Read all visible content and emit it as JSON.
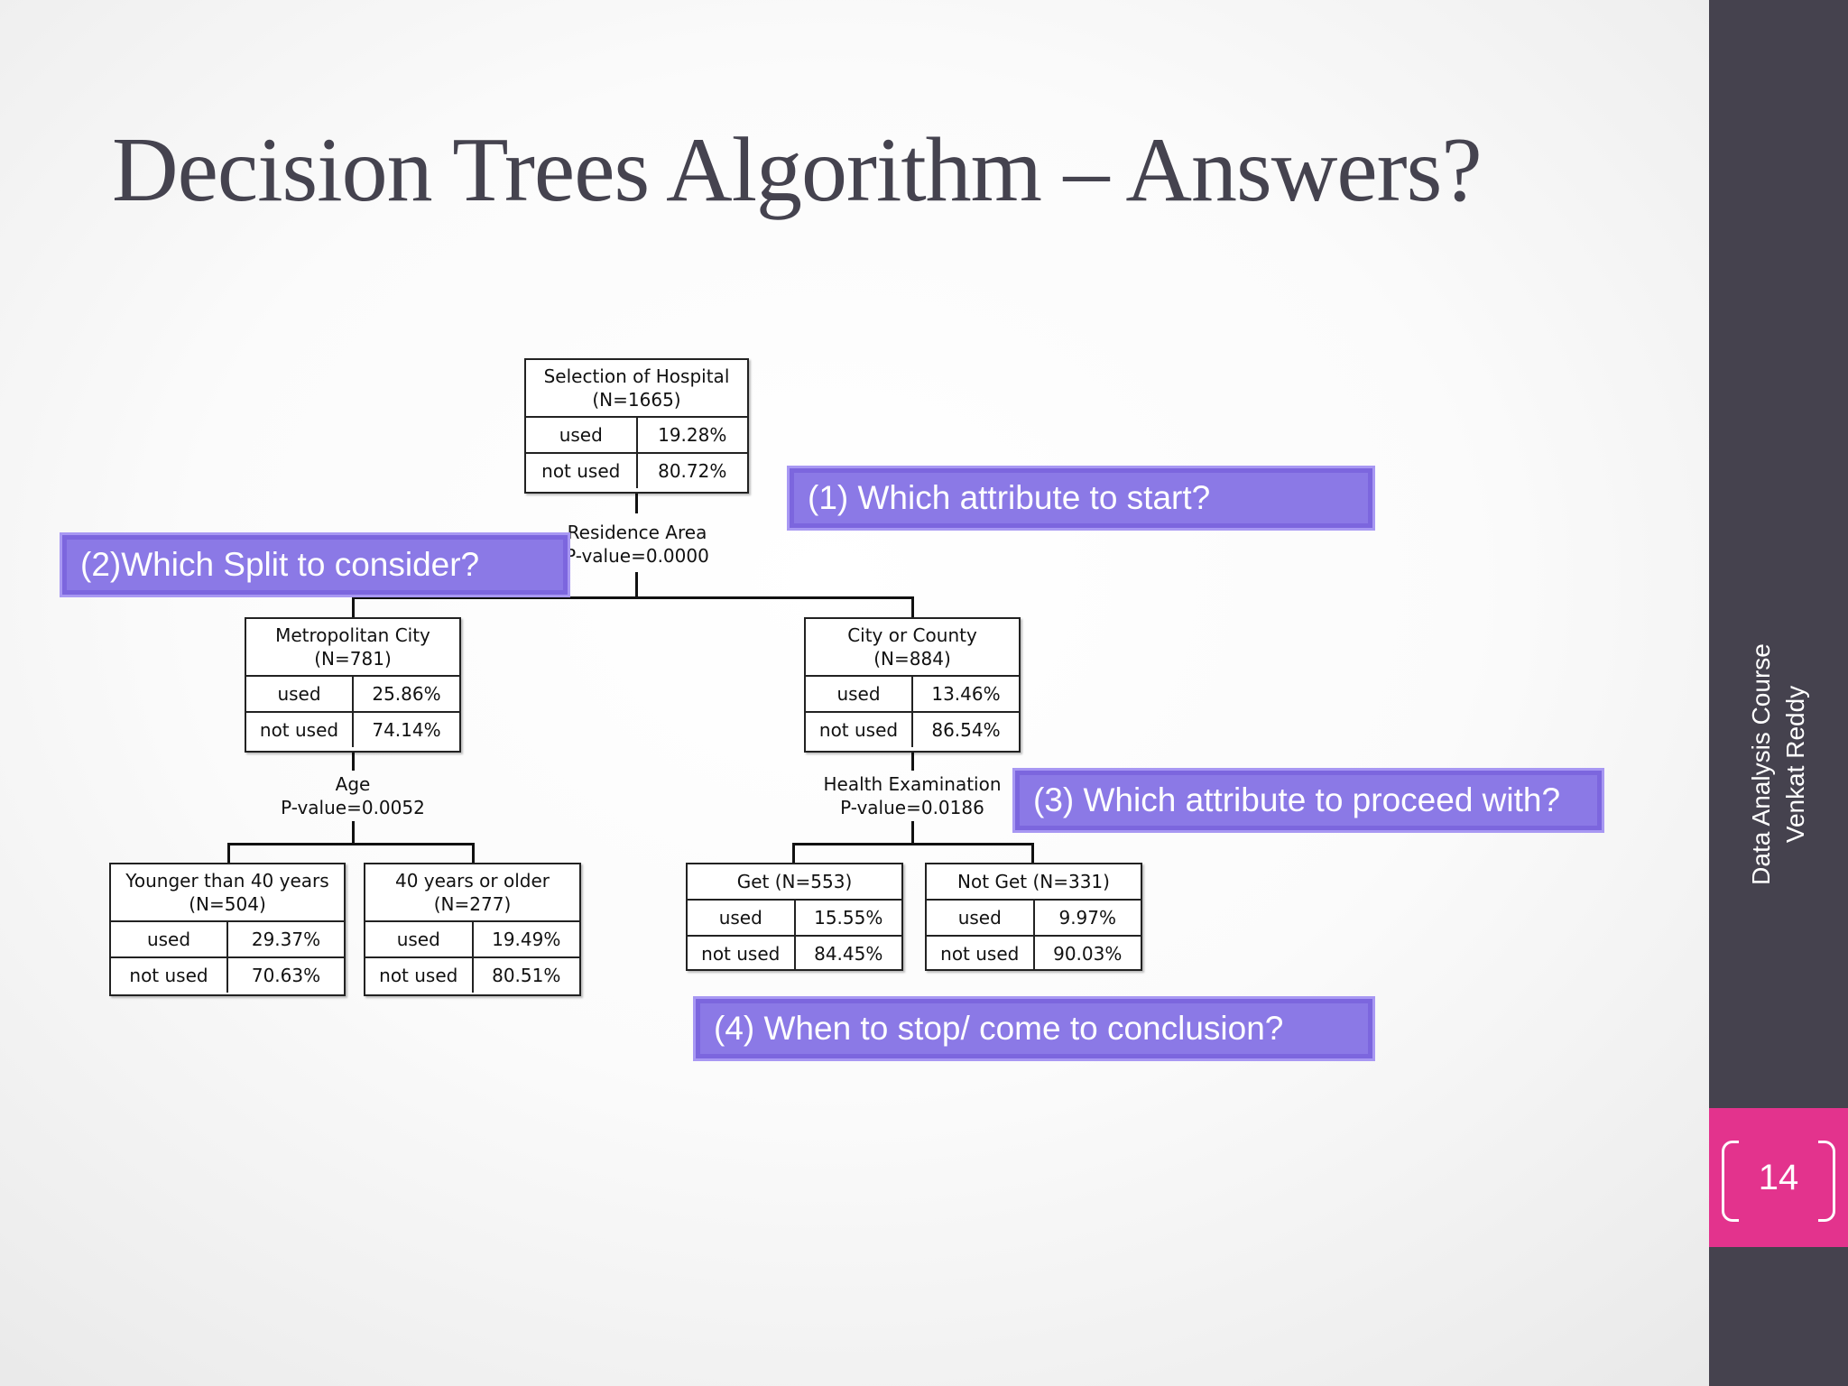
{
  "slide": {
    "title": "Decision Trees Algorithm – Answers?",
    "sidebar_line1": "Data Analysis Course",
    "sidebar_line2": "Venkat Reddy",
    "page_number": "14",
    "accent_color": "#e3338d",
    "sidebar_color": "#45424e",
    "callout_color": "#8b79e6"
  },
  "tree": {
    "root": {
      "title1": "Selection of Hospital",
      "title2": "(N=1665)",
      "r1_label": "used",
      "r1_value": "19.28%",
      "r2_label": "not used",
      "r2_value": "80.72%"
    },
    "split_root": {
      "name": "Residence Area",
      "pvalue": "P-value=0.0000"
    },
    "metro": {
      "title1": "Metropolitan City",
      "title2": "(N=781)",
      "r1_label": "used",
      "r1_value": "25.86%",
      "r2_label": "not used",
      "r2_value": "74.14%"
    },
    "county": {
      "title1": "City or County",
      "title2": "(N=884)",
      "r1_label": "used",
      "r1_value": "13.46%",
      "r2_label": "not used",
      "r2_value": "86.54%"
    },
    "split_metro": {
      "name": "Age",
      "pvalue": "P-value=0.0052"
    },
    "split_county": {
      "name": "Health Examination",
      "pvalue": "P-value=0.0186"
    },
    "young": {
      "title1": "Younger than 40 years",
      "title2": "(N=504)",
      "r1_label": "used",
      "r1_value": "29.37%",
      "r2_label": "not used",
      "r2_value": "70.63%"
    },
    "old": {
      "title1": "40 years or older",
      "title2": "(N=277)",
      "r1_label": "used",
      "r1_value": "19.49%",
      "r2_label": "not used",
      "r2_value": "80.51%"
    },
    "get": {
      "title1": "Get (N=553)",
      "r1_label": "used",
      "r1_value": "15.55%",
      "r2_label": "not used",
      "r2_value": "84.45%"
    },
    "notget": {
      "title1": "Not Get (N=331)",
      "r1_label": "used",
      "r1_value": "9.97%",
      "r2_label": "not used",
      "r2_value": "90.03%"
    }
  },
  "callouts": {
    "q1": "(1) Which attribute to start?",
    "q2": "(2)Which Split to consider?",
    "q3": "(3) Which attribute to proceed with?",
    "q4": "(4) When to stop/ come to conclusion?"
  }
}
